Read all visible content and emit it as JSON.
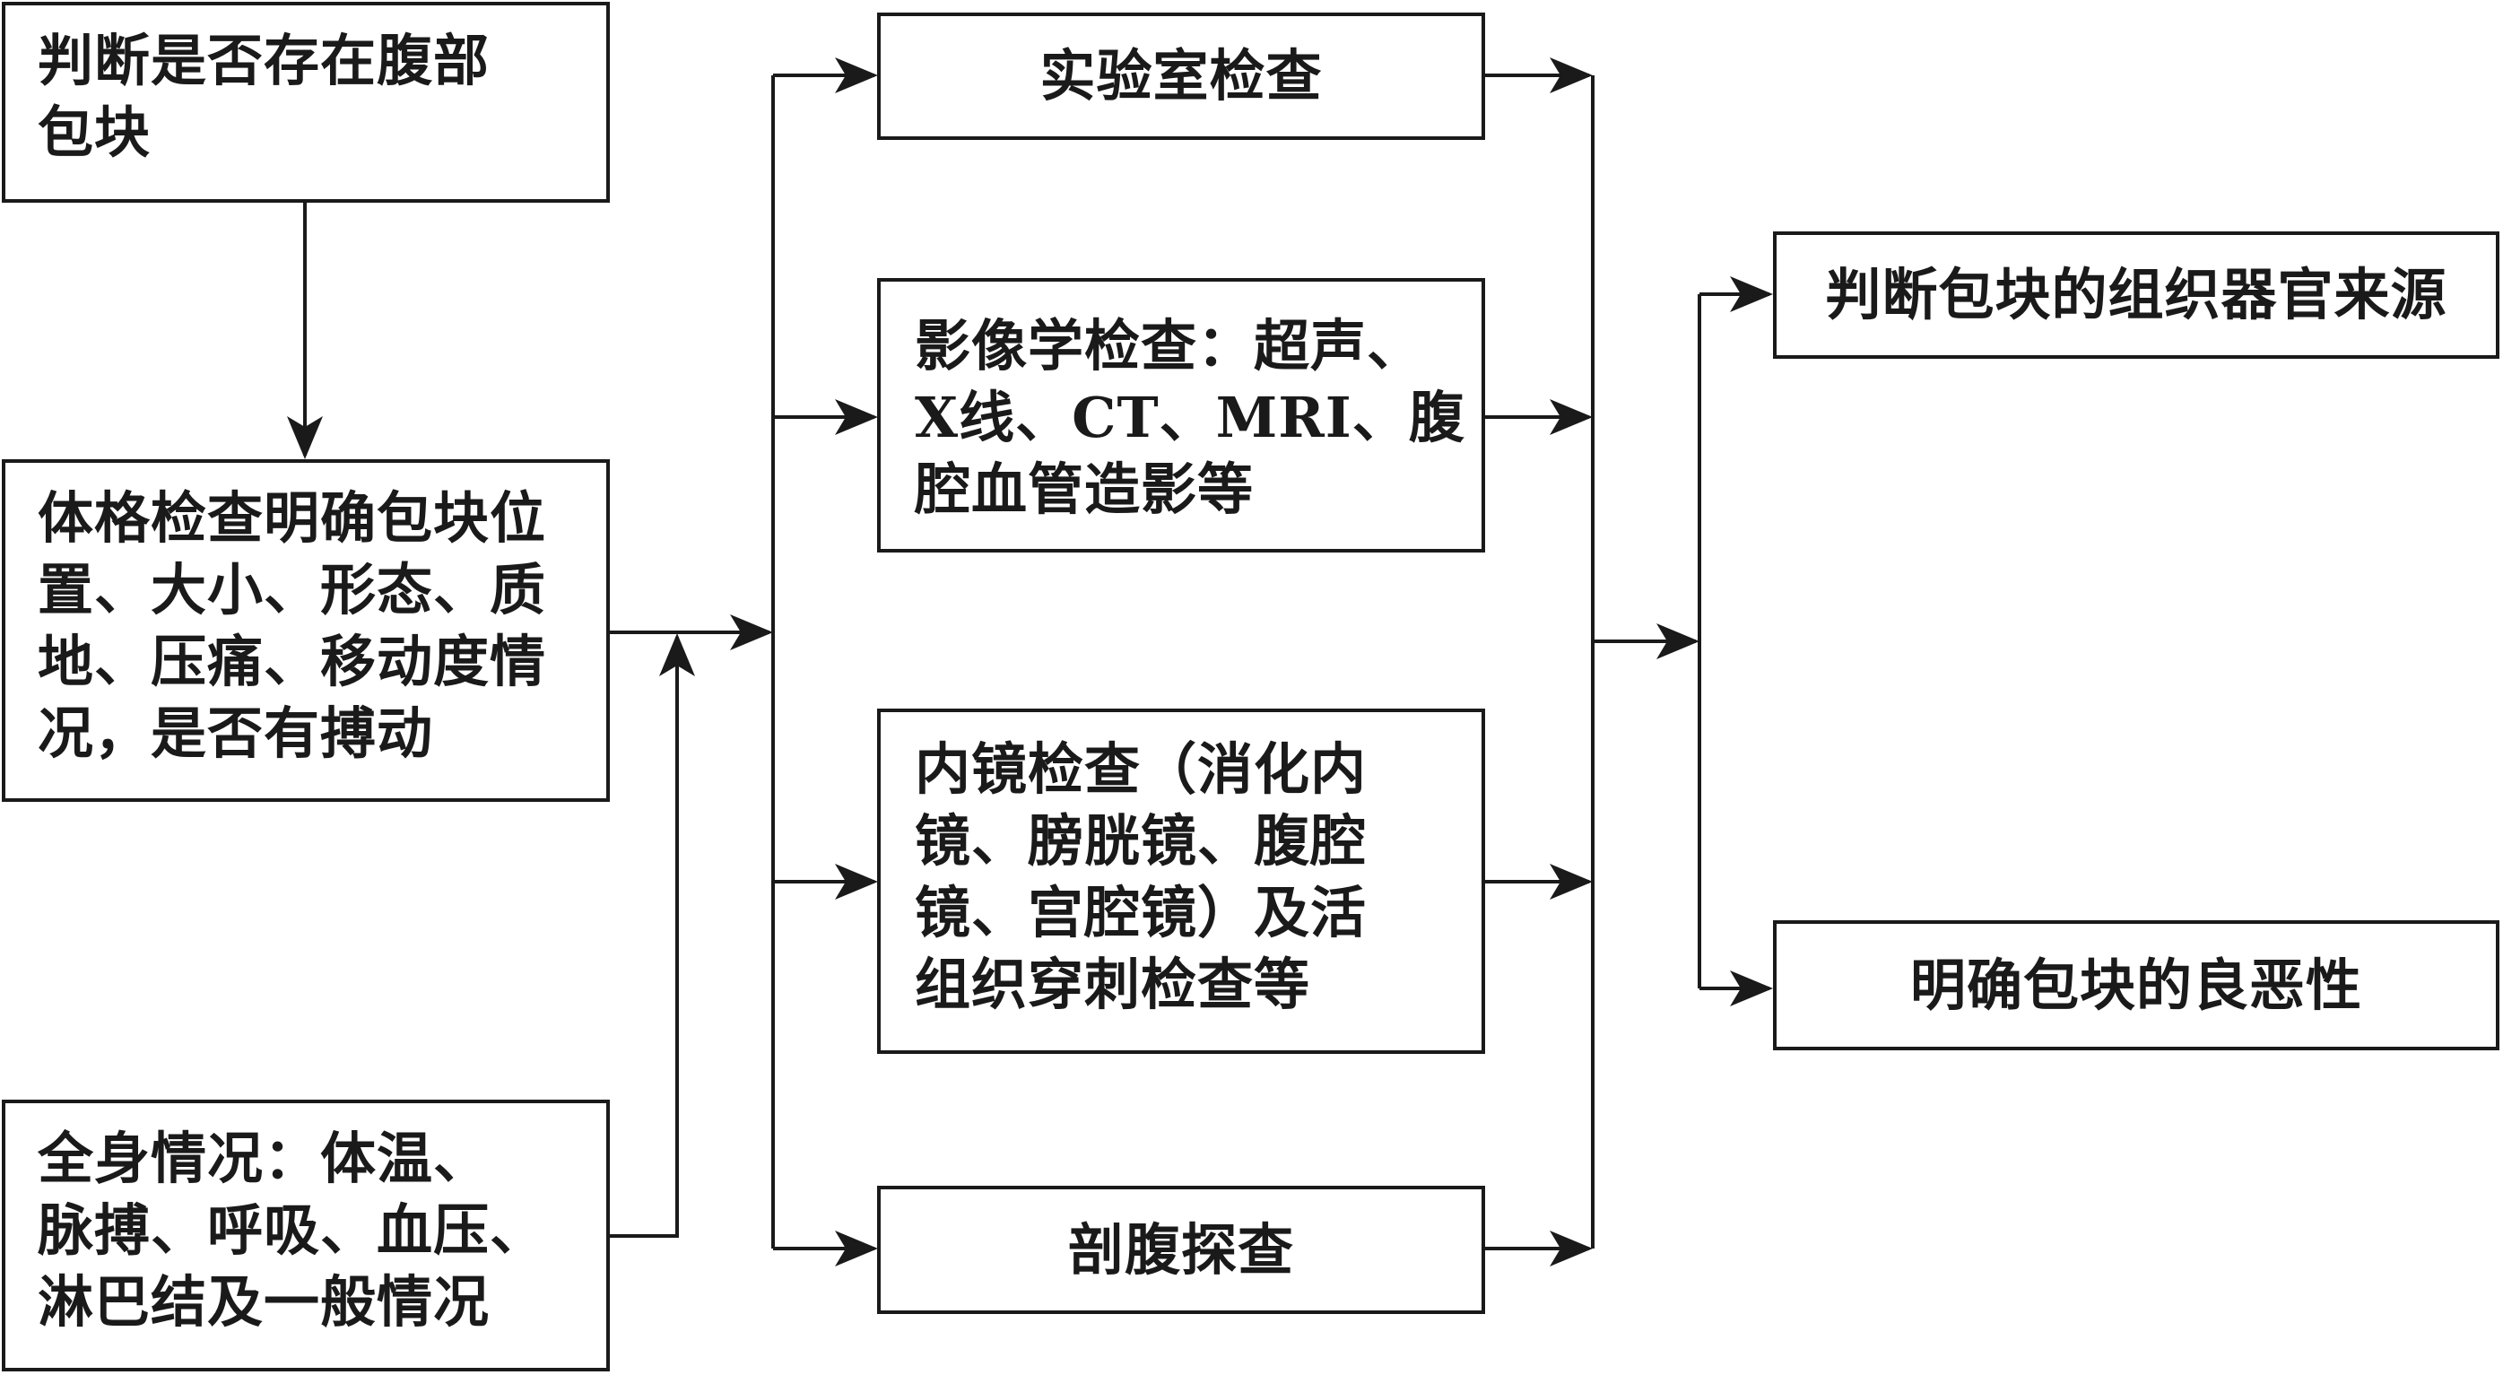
{
  "nodes": {
    "abdominal_mass_check": {
      "lines": [
        "判断是否存在腹部",
        "包块"
      ]
    },
    "physical_exam": {
      "lines": [
        "体格检查明确包块位",
        "置、大小、形态、质",
        "地、压痛、移动度情",
        "况，是否有搏动"
      ]
    },
    "general_condition": {
      "lines": [
        "全身情况：体温、",
        "脉搏、呼吸、血压、",
        "淋巴结及一般情况"
      ]
    },
    "lab_test": {
      "lines": [
        "实验室检查"
      ]
    },
    "imaging": {
      "lines": [
        "影像学检查：超声、",
        "X线、CT、MRI、腹",
        "腔血管造影等"
      ]
    },
    "endoscopy": {
      "lines": [
        "内镜检查（消化内",
        "镜、膀胱镜、腹腔",
        "镜、宫腔镜）及活",
        "组织穿刺检查等"
      ]
    },
    "laparotomy": {
      "lines": [
        "剖腹探查"
      ]
    },
    "tissue_origin": {
      "lines": [
        "判断包块的组织器官来源"
      ]
    },
    "benign_malignant": {
      "lines": [
        "明确包块的良恶性"
      ]
    }
  }
}
